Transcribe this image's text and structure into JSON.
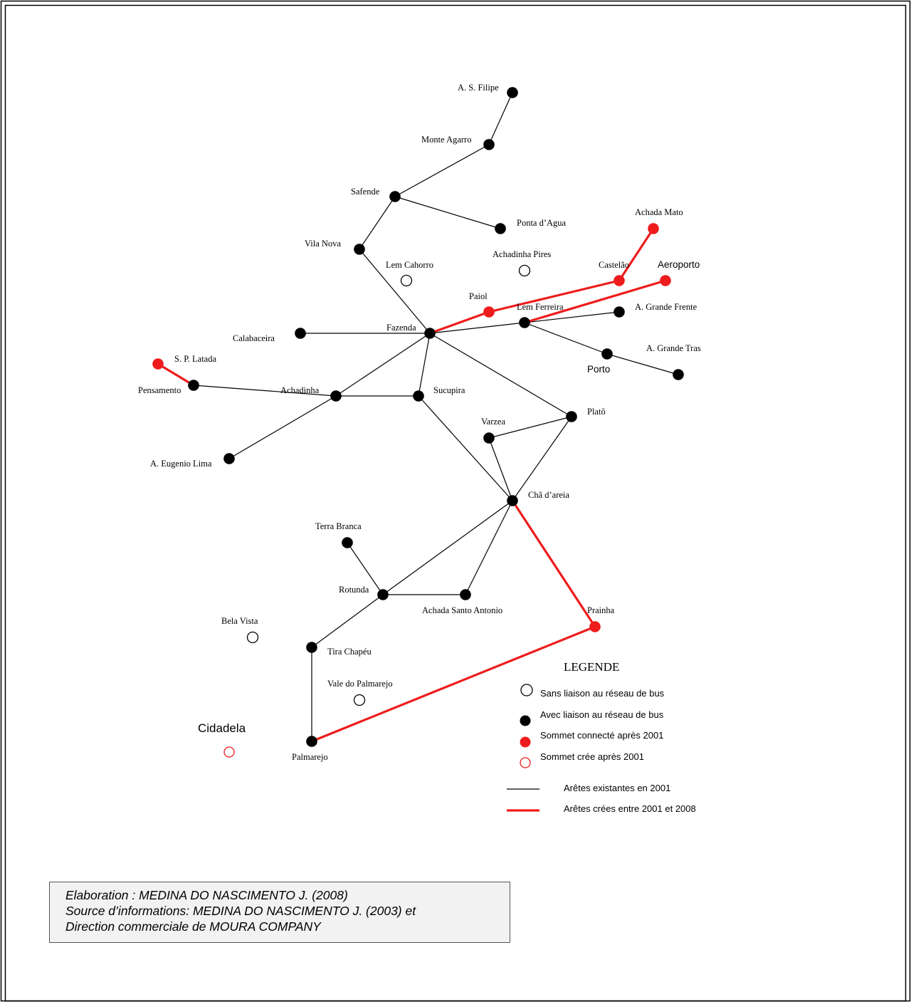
{
  "colors": {
    "existing_node": "#000000",
    "new_connection": "#ee1c1c",
    "existing_edge": "#000000",
    "new_edge": "#ee1c1c",
    "source_box_bg": "#f2f2f2"
  },
  "nodes": [
    {
      "id": "as_filipe",
      "label": "A. S. Filipe",
      "status": "connected"
    },
    {
      "id": "monte_agarro",
      "label": "Monte Agarro",
      "status": "connected"
    },
    {
      "id": "safende",
      "label": "Safende",
      "status": "connected"
    },
    {
      "id": "ponta_agua",
      "label": "Ponta d’Agua",
      "status": "connected"
    },
    {
      "id": "vila_nova",
      "label": "Vila Nova",
      "status": "connected"
    },
    {
      "id": "lem_cahorro",
      "label": "Lem Cahorro",
      "status": "unconnected"
    },
    {
      "id": "achadinha_pires",
      "label": "Achadinha Pires",
      "status": "unconnected"
    },
    {
      "id": "achada_mato",
      "label": "Achada Mato",
      "status": "connected_after_2001"
    },
    {
      "id": "castelao",
      "label": "Castelão",
      "status": "connected_after_2001"
    },
    {
      "id": "aeroporto",
      "label": "Aeroporto",
      "status": "connected_after_2001"
    },
    {
      "id": "paiol",
      "label": "Paiol",
      "status": "connected_after_2001"
    },
    {
      "id": "lem_ferreira",
      "label": "Lem Ferreira",
      "status": "connected"
    },
    {
      "id": "a_grande_frente",
      "label": "A. Grande Frente",
      "status": "connected"
    },
    {
      "id": "fazenda",
      "label": "Fazenda",
      "status": "connected"
    },
    {
      "id": "calabaceira",
      "label": "Calabaceira",
      "status": "connected"
    },
    {
      "id": "porto",
      "label": "Porto",
      "status": "connected"
    },
    {
      "id": "a_grande_tras",
      "label": "A. Grande Tras",
      "status": "connected"
    },
    {
      "id": "sp_latada",
      "label": "S. P. Latada",
      "status": "connected_after_2001"
    },
    {
      "id": "pensamento",
      "label": "Pensamento",
      "status": "connected"
    },
    {
      "id": "achadinha",
      "label": "Achadinha",
      "status": "connected"
    },
    {
      "id": "sucupira",
      "label": "Sucupira",
      "status": "connected"
    },
    {
      "id": "plato",
      "label": "Platô",
      "status": "connected"
    },
    {
      "id": "varzea",
      "label": "Varzea",
      "status": "connected"
    },
    {
      "id": "a_eugenio_lima",
      "label": "A. Eugenio Lima",
      "status": "connected"
    },
    {
      "id": "cha_areia",
      "label": "Chã d’areia",
      "status": "connected"
    },
    {
      "id": "terra_branca",
      "label": "Terra Branca",
      "status": "connected"
    },
    {
      "id": "rotunda",
      "label": "Rotunda",
      "status": "connected"
    },
    {
      "id": "achada_santo_antonio",
      "label": "Achada Santo Antonio",
      "status": "connected"
    },
    {
      "id": "prainha",
      "label": "Prainha",
      "status": "connected_after_2001"
    },
    {
      "id": "bela_vista",
      "label": "Bela Vista",
      "status": "unconnected"
    },
    {
      "id": "tira_chapeu",
      "label": "Tira Chapéu",
      "status": "connected"
    },
    {
      "id": "vale_palmarejo",
      "label": "Vale do Palmarejo",
      "status": "unconnected"
    },
    {
      "id": "cidadela",
      "label": "Cidadela",
      "status": "created_after_2001"
    },
    {
      "id": "palmarejo",
      "label": "Palmarejo",
      "status": "connected"
    }
  ],
  "edges": [
    {
      "from": "as_filipe",
      "to": "monte_agarro",
      "type": "existing_2001"
    },
    {
      "from": "monte_agarro",
      "to": "safende",
      "type": "existing_2001"
    },
    {
      "from": "safende",
      "to": "ponta_agua",
      "type": "existing_2001"
    },
    {
      "from": "safende",
      "to": "vila_nova",
      "type": "existing_2001"
    },
    {
      "from": "vila_nova",
      "to": "fazenda",
      "type": "existing_2001"
    },
    {
      "from": "calabaceira",
      "to": "fazenda",
      "type": "existing_2001"
    },
    {
      "from": "fazenda",
      "to": "lem_ferreira",
      "type": "existing_2001"
    },
    {
      "from": "lem_ferreira",
      "to": "a_grande_frente",
      "type": "existing_2001"
    },
    {
      "from": "lem_ferreira",
      "to": "porto",
      "type": "existing_2001"
    },
    {
      "from": "porto",
      "to": "a_grande_tras",
      "type": "existing_2001"
    },
    {
      "from": "fazenda",
      "to": "achadinha",
      "type": "existing_2001"
    },
    {
      "from": "fazenda",
      "to": "sucupira",
      "type": "existing_2001"
    },
    {
      "from": "fazenda",
      "to": "plato",
      "type": "existing_2001"
    },
    {
      "from": "pensamento",
      "to": "achadinha",
      "type": "existing_2001"
    },
    {
      "from": "achadinha",
      "to": "sucupira",
      "type": "existing_2001"
    },
    {
      "from": "achadinha",
      "to": "a_eugenio_lima",
      "type": "existing_2001"
    },
    {
      "from": "sucupira",
      "to": "cha_areia",
      "type": "existing_2001"
    },
    {
      "from": "varzea",
      "to": "plato",
      "type": "existing_2001"
    },
    {
      "from": "varzea",
      "to": "cha_areia",
      "type": "existing_2001"
    },
    {
      "from": "plato",
      "to": "cha_areia",
      "type": "existing_2001"
    },
    {
      "from": "cha_areia",
      "to": "rotunda",
      "type": "existing_2001"
    },
    {
      "from": "cha_areia",
      "to": "achada_santo_antonio",
      "type": "existing_2001"
    },
    {
      "from": "terra_branca",
      "to": "rotunda",
      "type": "existing_2001"
    },
    {
      "from": "rotunda",
      "to": "achada_santo_antonio",
      "type": "existing_2001"
    },
    {
      "from": "rotunda",
      "to": "tira_chapeu",
      "type": "existing_2001"
    },
    {
      "from": "tira_chapeu",
      "to": "palmarejo",
      "type": "existing_2001"
    },
    {
      "from": "fazenda",
      "to": "paiol",
      "type": "created_2001_2008"
    },
    {
      "from": "paiol",
      "to": "castelao",
      "type": "created_2001_2008"
    },
    {
      "from": "castelao",
      "to": "achada_mato",
      "type": "created_2001_2008"
    },
    {
      "from": "lem_ferreira",
      "to": "aeroporto",
      "type": "created_2001_2008"
    },
    {
      "from": "sp_latada",
      "to": "pensamento",
      "type": "created_2001_2008"
    },
    {
      "from": "cha_areia",
      "to": "prainha",
      "type": "created_2001_2008"
    },
    {
      "from": "prainha",
      "to": "palmarejo",
      "type": "created_2001_2008"
    }
  ],
  "legend": {
    "title": "LEGENDE",
    "items": [
      {
        "label": "Sans liaison au réseau de bus",
        "symbol": "open-black-circle"
      },
      {
        "label": "Avec liaison au réseau de bus",
        "symbol": "filled-black-circle"
      },
      {
        "label": "Sommet  connecté après 2001",
        "symbol": "filled-red-circle"
      },
      {
        "label": "Sommet crée après 2001",
        "symbol": "open-red-circle"
      },
      {
        "label": "Arêtes existantes en 2001",
        "symbol": "thin-black-line"
      },
      {
        "label": "Arêtes  crées entre 2001 et  2008",
        "symbol": "thick-red-line"
      }
    ]
  },
  "source": {
    "line1": "Elaboration : MEDINA DO NASCIMENTO J. (2008)",
    "line2": "Source d’informations: MEDINA DO NASCIMENTO J. (2003) et",
    "line3": "Direction commerciale de MOURA COMPANY"
  }
}
